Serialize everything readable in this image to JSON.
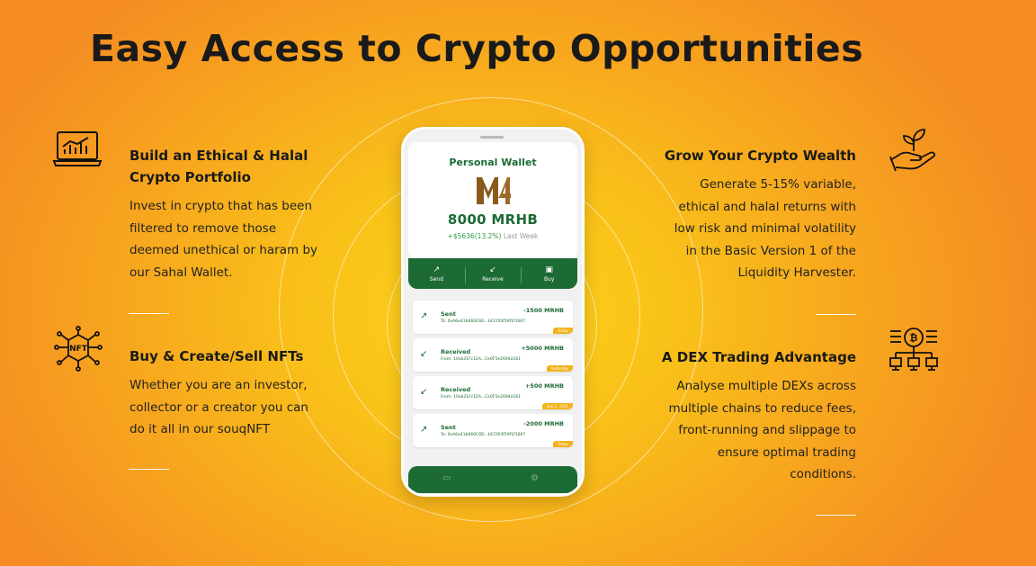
{
  "page": {
    "title": "Easy Access to Crypto Opportunities"
  },
  "features": {
    "left": [
      {
        "icon": "laptop-chart-icon",
        "title": "Build an Ethical & Halal Crypto Portfolio",
        "text": "Invest in crypto that has been filtered to remove those deemed unethical or haram by our Sahal Wallet."
      },
      {
        "icon": "nft-circuit-icon",
        "title": "Buy & Create/Sell NFTs",
        "text": "Whether you are an investor, collector or a creator you can do it all in our souqNFT"
      }
    ],
    "right": [
      {
        "icon": "hand-plant-icon",
        "title": "Grow Your Crypto Wealth",
        "text": "Generate 5-15% variable, ethical and halal returns with low risk and minimal volatility in the Basic Version 1 of the Liquidity Harvester."
      },
      {
        "icon": "bitcoin-network-icon",
        "title": "A DEX Trading Advantage",
        "text": "Analyse multiple DEXs across multiple chains to reduce fees, front-running and slippage to ensure optimal trading conditions."
      }
    ]
  },
  "phone": {
    "wallet_title": "Personal Wallet",
    "logo_text": "M4",
    "balance": "8000 MRHB",
    "change_up": "+$5636(13.2%)",
    "change_period": "Last Week",
    "actions": [
      {
        "label": "Send",
        "icon": "send-arrow-icon"
      },
      {
        "label": "Receive",
        "icon": "receive-arrow-icon"
      },
      {
        "label": "Buy",
        "icon": "shopping-bag-icon"
      }
    ],
    "transactions": [
      {
        "type": "Sent",
        "address": "To: 0xA6e41b660C6D...bCCf03f59f1f1667",
        "amount": "-1500 MRHB",
        "date": "Today"
      },
      {
        "type": "Received",
        "address": "From: 10xb31Fc1EA...Ce0F5e2694a161",
        "amount": "+5000 MRHB",
        "date": "Yesterday"
      },
      {
        "type": "Received",
        "address": "From: 10xb31Fc1EA...Ce0F5e2694a161",
        "amount": "+500 MRHB",
        "date": "Sep 2, 2021"
      },
      {
        "type": "Sent",
        "address": "To: 0xA6e41b660C6D...bCCf03f59f1f1667",
        "amount": "-2000 MRHB",
        "date": "Today"
      }
    ],
    "bottom_nav": [
      "wallet-icon",
      "settings-icon"
    ]
  },
  "colors": {
    "accent_green": "#1c6b34",
    "background_orange": "#f48c22",
    "background_yellow": "#fbd21a",
    "date_badge": "#f4b21b"
  }
}
